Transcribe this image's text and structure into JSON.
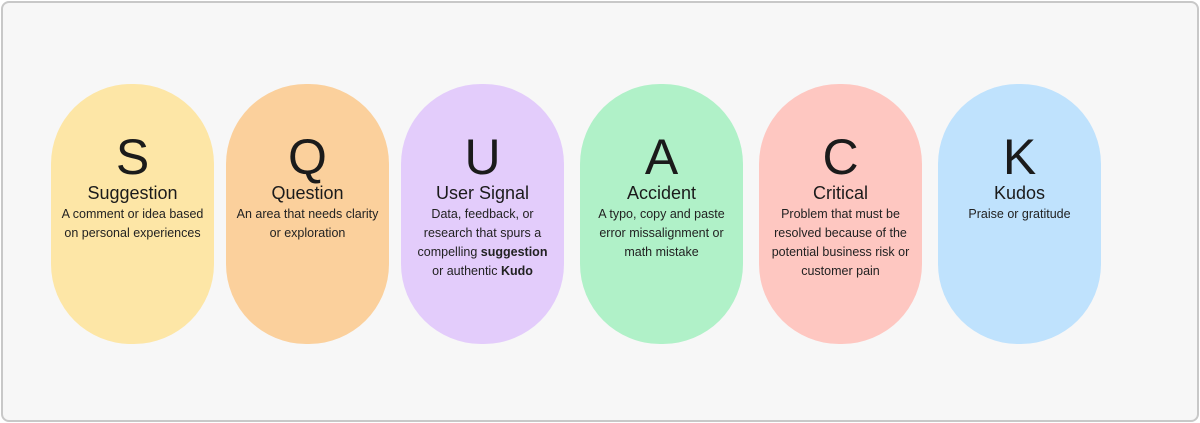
{
  "cards": [
    {
      "letter": "S",
      "title": "Suggestion",
      "description": "A comment or idea based on personal experiences",
      "color": "#fde6a6"
    },
    {
      "letter": "Q",
      "title": "Question",
      "description": "An area that needs clarity or exploration",
      "color": "#fbd09c"
    },
    {
      "letter": "U",
      "title": "User Signal",
      "description_pre": "Data, feedback, or research that spurs a compelling",
      "description_bold_1": "suggestion",
      "description_mid": "or authentic",
      "description_bold_2": "Kudo",
      "color": "#e3ccfb"
    },
    {
      "letter": "A",
      "title": "Accident",
      "description": "A typo, copy and paste error missalignment or math mistake",
      "color": "#b0f1c8"
    },
    {
      "letter": "C",
      "title": "Critical",
      "description": "Problem that must be resolved because of the potential business risk or customer pain",
      "color": "#fec7c1"
    },
    {
      "letter": "K",
      "title": "Kudos",
      "description": "Praise or gratitude",
      "color": "#bfe2fd"
    }
  ]
}
